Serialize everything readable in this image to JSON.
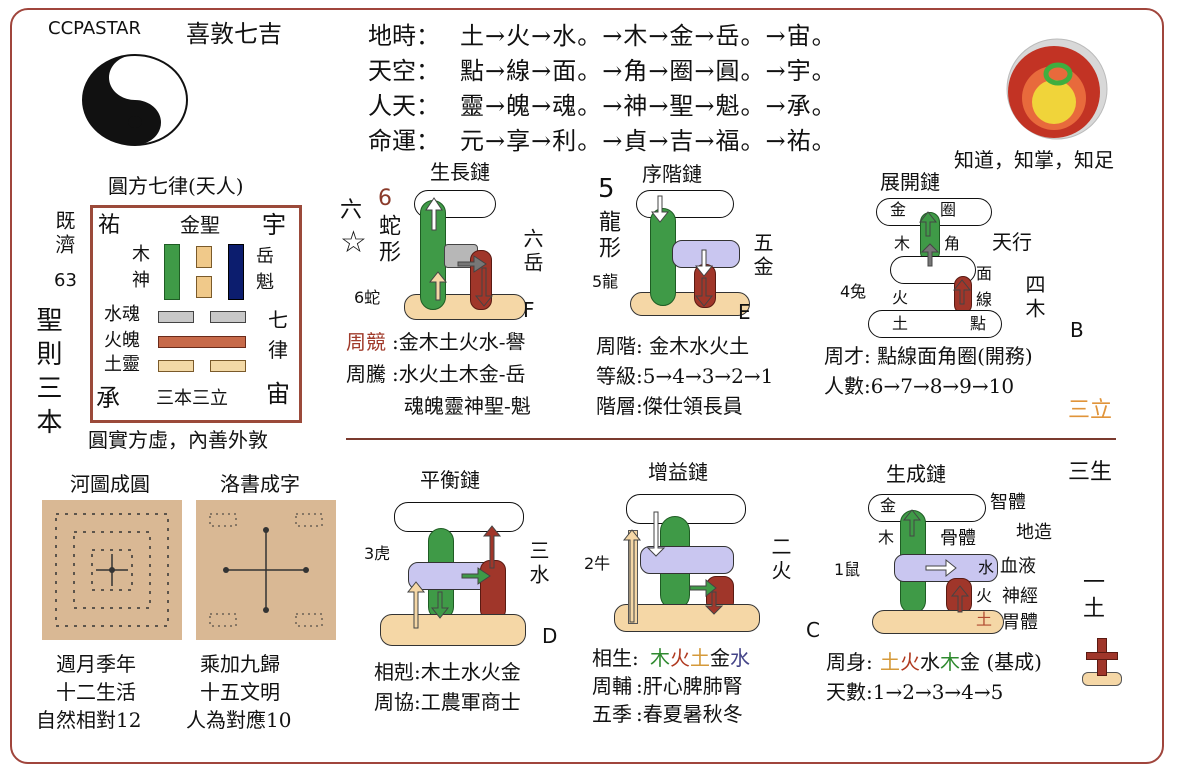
{
  "header": {
    "brand": "CCPASTAR",
    "title": "喜敦七吉"
  },
  "top_rows": [
    {
      "label": "地時：",
      "seq": "土→火→水。→木→金→岳。→宙。"
    },
    {
      "label": "天空：",
      "seq": "點→線→面。→角→圈→圓。→宇。"
    },
    {
      "label": "人天：",
      "seq": "靈→魄→魂。→神→聖→魁。→承。"
    },
    {
      "label": "命運：",
      "seq": "元→享→利。→貞→吉→福。→祐。"
    }
  ],
  "top_right_caption": "知道，知掌，知足",
  "left_panel": {
    "title": "圓方七律(天人)",
    "side_left": "既濟63",
    "side_left2": "聖則三本",
    "grid": {
      "you": "祐",
      "jinsheng": "金聖",
      "yu": "宇",
      "mu": "木",
      "shen": "神",
      "yue": "岳",
      "kui": "魁",
      "shuihun": "水魂",
      "huopo": "火魄",
      "tuling": "土靈",
      "qi": "七",
      "lv": "律",
      "zhou": "宙",
      "cheng": "承",
      "sanben": "三本三立"
    },
    "bottom_caption": "圓實方虛，內善外敦"
  },
  "bottom_left": {
    "hetu": {
      "title": "河圖成圓",
      "lines": [
        "週月季年",
        "十二生活",
        "自然相對12"
      ]
    },
    "luoshu": {
      "title": "洛書成字",
      "lines": [
        "乘加九歸",
        "十五文明",
        "人為對應10"
      ]
    }
  },
  "panel_F": {
    "title": "生長鏈",
    "letter": "F",
    "left_mark": "六",
    "num": "6",
    "shape_label": "蛇形",
    "count": "6蛇",
    "right_label": "六岳",
    "lines": [
      {
        "head": "周競",
        "body": ":金木土火水-譽"
      },
      {
        "head": "周騰",
        "body": ":水火土木金-岳"
      },
      {
        "head": "",
        "body": "魂魄靈神聖-魁"
      }
    ]
  },
  "panel_E": {
    "title": "序階鏈",
    "letter": "E",
    "num": "5",
    "shape_label": "龍形",
    "count": "5龍",
    "right_label": "五金",
    "lines": [
      "周階: 金木水火土",
      "等級:5→4→3→2→1",
      "階層:傑仕領長員"
    ]
  },
  "panel_B": {
    "title": "展開鏈",
    "letter": "B",
    "cap_labels": [
      "金",
      "圈"
    ],
    "mid_labels": [
      "木",
      "角"
    ],
    "side_labels": [
      "面",
      "線"
    ],
    "bottom_labels": [
      "火",
      "土",
      "點"
    ],
    "count": "4兔",
    "right_label1": "天行",
    "right_label2": "四木",
    "lines": [
      "周才: 點線面角圈(開務)",
      "人數:6→7→8→9→10"
    ],
    "corner": "三立"
  },
  "panel_D": {
    "title": "平衡鏈",
    "letter": "D",
    "count": "3虎",
    "right_label": "三水",
    "lines": [
      "相剋:木土水火金",
      "周協:工農軍商士"
    ]
  },
  "panel_A": {
    "title": "增益鏈",
    "count": "2牛",
    "right_label": "二火",
    "lines": [
      {
        "head": "相生:",
        "parts": [
          {
            "t": "木",
            "c": "#2f8a2f"
          },
          {
            "t": "火",
            "c": "#b03a20"
          },
          {
            "t": "土",
            "c": "#d59a3a"
          },
          {
            "t": "金",
            "c": "#111111"
          },
          {
            "t": "水",
            "c": "#444488"
          }
        ]
      },
      {
        "head": "周輔",
        "parts": [
          {
            "t": ":肝心脾肺腎",
            "c": "#111111"
          }
        ]
      },
      {
        "head": "五季",
        "parts": [
          {
            "t": ":春夏暑秋冬",
            "c": "#111111"
          }
        ]
      }
    ]
  },
  "panel_C": {
    "title": "生成鏈",
    "letter": "C",
    "count": "1鼠",
    "corner": "三生",
    "labels": {
      "jin": "金",
      "mu": "木",
      "shui": "水",
      "huo": "火",
      "tu": "土",
      "zhiti": "智體",
      "gu": "骨體",
      "xueye": "血液",
      "shenjing": "神經",
      "weiti": "胃體",
      "dizao": "地造"
    },
    "right_label": "一土",
    "line1_head": "周身:",
    "line1_parts": [
      {
        "t": "土",
        "c": "#d59a3a"
      },
      {
        "t": "火",
        "c": "#b03a20"
      },
      {
        "t": "水",
        "c": "#111111"
      },
      {
        "t": "木",
        "c": "#2f8a2f"
      },
      {
        "t": "金 (基成)",
        "c": "#111111"
      }
    ],
    "line2": "天數:1→2→3→4→5"
  },
  "colors": {
    "frame": "#a0453c",
    "green": "#3f9a47",
    "red": "#a0362a",
    "lavender": "#c9c6f0",
    "sand": "#f5d7a6",
    "orange": "#d59a3a"
  }
}
